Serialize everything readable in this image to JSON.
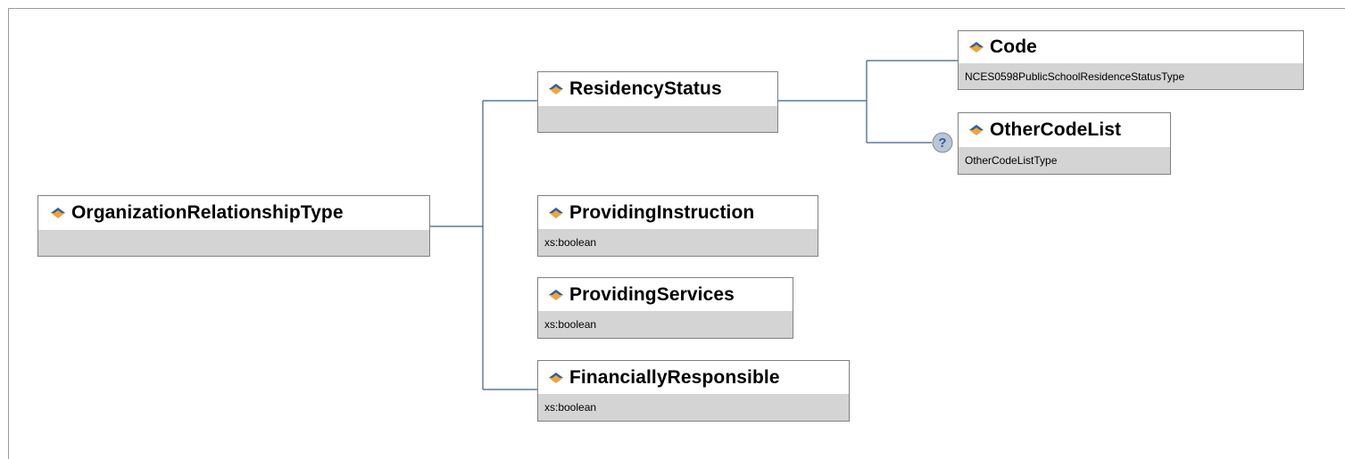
{
  "colors": {
    "connector": "#3a5f8a",
    "node_border": "#808080",
    "subtype_band": "#d4d4d4",
    "icon_blue": "#1f5fbf",
    "icon_orange": "#f2a531",
    "optional_badge": "#b9c6d3"
  },
  "root": {
    "name": "OrganizationRelationshipType",
    "type": "",
    "icon": "element-icon"
  },
  "children": [
    {
      "name": "ResidencyStatus",
      "type": "",
      "icon": "element-icon"
    },
    {
      "name": "ProvidingInstruction",
      "type": "xs:boolean",
      "icon": "element-icon"
    },
    {
      "name": "ProvidingServices",
      "type": "xs:boolean",
      "icon": "element-icon"
    },
    {
      "name": "FinanciallyResponsible",
      "type": "xs:boolean",
      "icon": "element-icon"
    }
  ],
  "residency_children": [
    {
      "name": "Code",
      "type": "NCES0598PublicSchoolResidenceStatusType",
      "icon": "element-icon",
      "optional": false
    },
    {
      "name": "OtherCodeList",
      "type": "OtherCodeListType",
      "icon": "element-icon",
      "optional": true,
      "optional_symbol": "?"
    }
  ]
}
